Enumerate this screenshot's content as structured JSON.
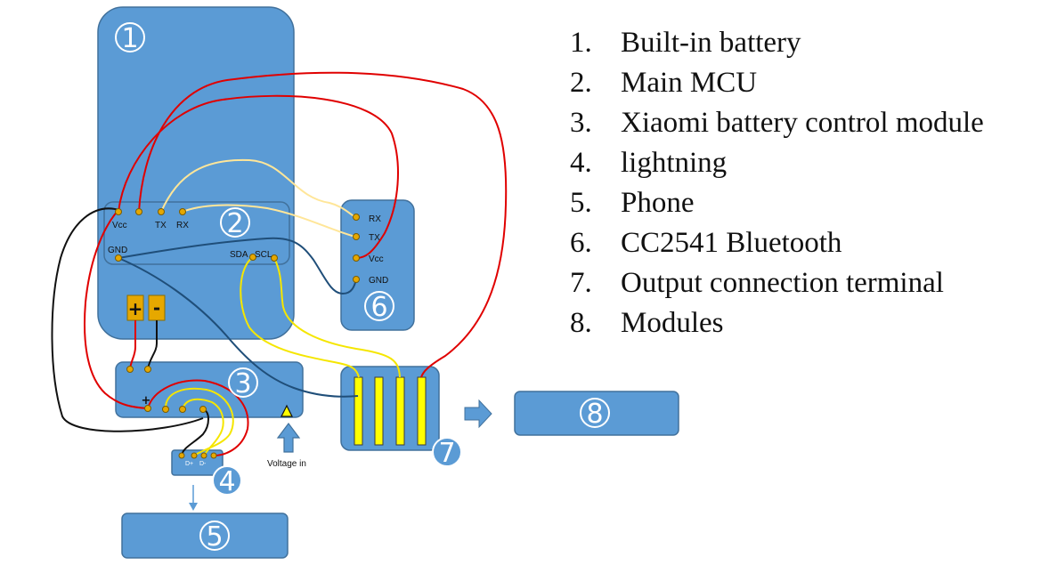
{
  "legend": [
    {
      "num": "1.",
      "text": "Built-in battery"
    },
    {
      "num": "2.",
      "text": "Main MCU"
    },
    {
      "num": "3.",
      "text": "Xiaomi battery control module"
    },
    {
      "num": "4.",
      "text": "lightning"
    },
    {
      "num": "5.",
      "text": "Phone"
    },
    {
      "num": "6.",
      "text": "CC2541 Bluetooth"
    },
    {
      "num": "7.",
      "text": "Output connection terminal"
    },
    {
      "num": "8.",
      "text": "Modules"
    }
  ],
  "badges": {
    "b1": "1",
    "b2": "2",
    "b3": "3",
    "b4": "4",
    "b5": "5",
    "b6": "6",
    "b7": "7",
    "b8": "8"
  },
  "mcu_pins": {
    "vcc": "Vcc",
    "tx": "TX",
    "rx": "RX",
    "gnd": "GND",
    "sda": "SDA",
    "scl": "SCL"
  },
  "bt_pins": {
    "rx": "RX",
    "tx": "TX",
    "vcc": "Vcc",
    "gnd": "GND"
  },
  "battery_terminals": {
    "plus": "+",
    "minus": "-"
  },
  "control_module": {
    "plus": "+"
  },
  "lightning_pins": {
    "dplus": "D+",
    "dminus": "D-"
  },
  "voltage_in": "Voltage in",
  "colors": {
    "block_fill": "#5b9bd5",
    "block_stroke": "#41719c",
    "wire_red": "#e00000",
    "wire_yellow": "#f5e600",
    "wire_light_yellow": "#ffe699",
    "wire_black": "#111111",
    "wire_blue": "#1f4e79",
    "pad": "#e6a800",
    "terminal_bar": "#ffff00"
  }
}
